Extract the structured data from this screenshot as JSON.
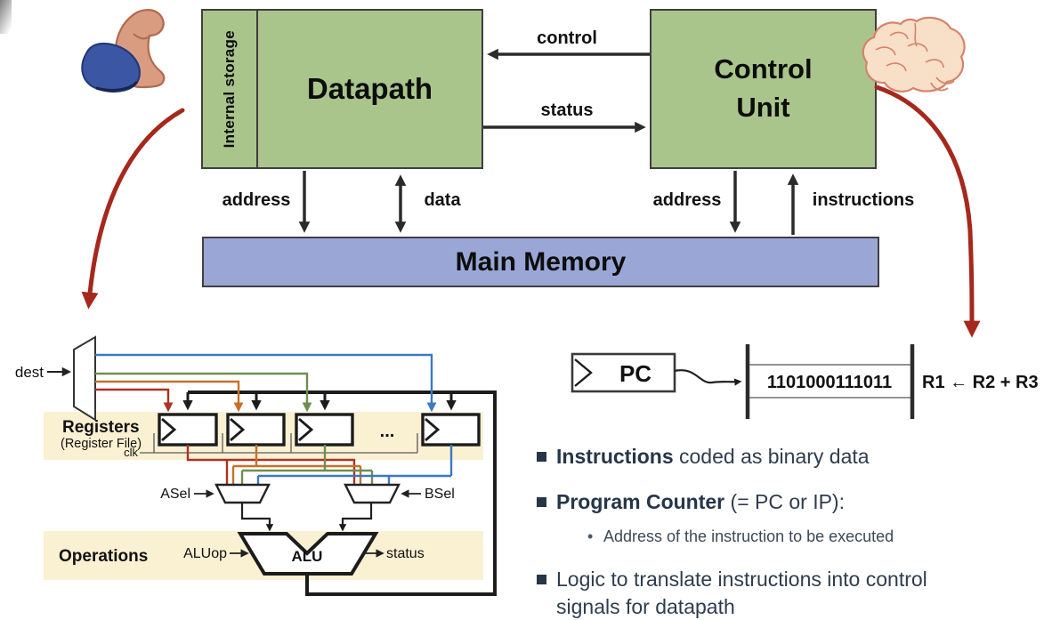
{
  "top_diagram": {
    "datapath": {
      "label": "Datapath",
      "internal_storage": "Internal storage"
    },
    "control_unit": {
      "label": "Control Unit"
    },
    "main_memory": {
      "label": "Main Memory"
    },
    "signals": {
      "control": "control",
      "status": "status",
      "address_datapath": "address",
      "data": "data",
      "address_control": "address",
      "instructions": "instructions"
    }
  },
  "icons": {
    "left": "flexed-biceps-icon",
    "right": "brain-icon"
  },
  "datapath_detail": {
    "dest": "dest",
    "registers_title": "Registers",
    "registers_subtitle": "(Register File)",
    "clk": "clk",
    "ellipsis": "...",
    "asel": "ASel",
    "bsel": "BSel",
    "operations": "Operations",
    "aluop": "ALUop",
    "alu": "ALU",
    "status": "status"
  },
  "instruction_detail": {
    "pc": "PC",
    "binary": "1101000111011",
    "decoded": "R1 ← R2 + R3"
  },
  "bullets": {
    "item1": {
      "bold": "Instructions",
      "rest": " coded as binary data"
    },
    "item2": {
      "bold": "Program Counter",
      "rest": " (= PC or IP):"
    },
    "sub1": "Address of the instruction to be executed",
    "item3_line1": "Logic to translate instructions into control",
    "item3_line2": "signals for datapath"
  },
  "colors": {
    "box_green": "#a9c58b",
    "memory_blue": "#9aa7d6",
    "band_cream": "#faf0d2",
    "accent_red": "#a6281c",
    "instruction_red": "#a62b1f",
    "wire_red": "#ad3224",
    "wire_orange": "#c5712c",
    "wire_green": "#6f8f4f",
    "wire_blue": "#3d78c2",
    "text_navy": "#253649"
  }
}
